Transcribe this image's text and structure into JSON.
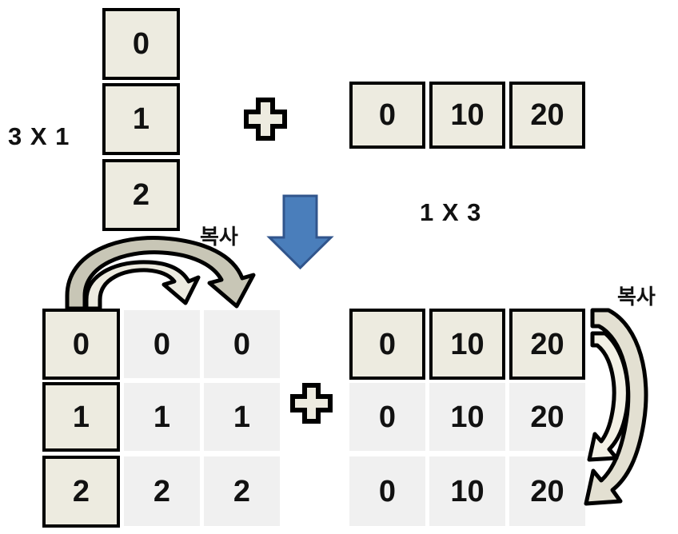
{
  "diagram": {
    "title_hidden": "NumPy broadcasting of a 3x1 column and a 1x3 row",
    "colors": {
      "cell_fill_boxed": "#EDEBE0",
      "cell_fill_plain": "#F0F0F0",
      "cell_border": "#000000",
      "text": "#111111",
      "blue_arrow_fill": "#4A7EBB",
      "blue_arrow_stroke": "#31558C",
      "copy_arrow_big_fill": "#C8C6B6",
      "copy_arrow_small_fill": "#EDEBE0",
      "copy_arrow_stroke": "#000000"
    }
  },
  "top_left_operand": {
    "shape_label": "3 X 1",
    "cells": [
      "0",
      "1",
      "2"
    ]
  },
  "top_right_operand": {
    "shape_label": "1 X 3",
    "cells": [
      "0",
      "10",
      "20"
    ]
  },
  "operators": {
    "plus_top": "+",
    "plus_bottom": "+",
    "down_arrow": "down-arrow"
  },
  "copy_labels": {
    "left": "복사",
    "right": "복사"
  },
  "bottom_left_grid": {
    "rows": [
      [
        "0",
        "0",
        "0"
      ],
      [
        "1",
        "1",
        "1"
      ],
      [
        "2",
        "2",
        "2"
      ]
    ],
    "source_column_index": 0
  },
  "bottom_right_grid": {
    "rows": [
      [
        "0",
        "10",
        "20"
      ],
      [
        "0",
        "10",
        "20"
      ],
      [
        "0",
        "10",
        "20"
      ]
    ],
    "source_row_index": 0
  }
}
